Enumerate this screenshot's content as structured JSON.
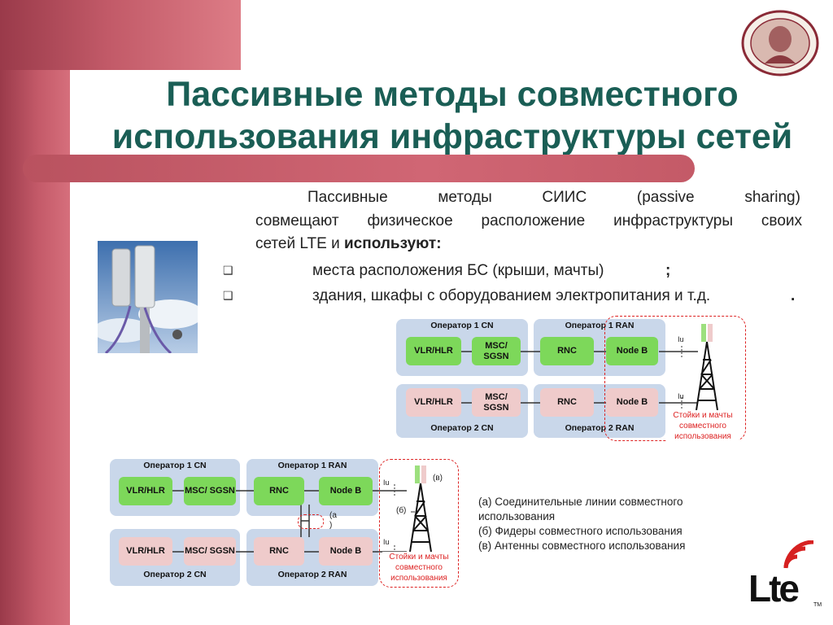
{
  "title": {
    "line1": "Пассивные методы совместного",
    "line2": "использования инфраструктуры сетей"
  },
  "intro": {
    "word1": "Пассивные",
    "word2": "методы",
    "word3": "СИИС",
    "word4": "(passive",
    "word5": "sharing)",
    "line2": "совмещают физическое расположение инфраструктуры своих",
    "line3_normal": "сетей LTE  и ",
    "line3_bold": "используют:"
  },
  "bullets": [
    {
      "text": "места расположения БС (крыши, мачты)",
      "end": ";"
    },
    {
      "text": "здания, шкафы с оборудованием электропитания и т.д.",
      "end": "."
    }
  ],
  "diagram": {
    "op1_cn": "Оператор 1 CN",
    "op1_ran": "Оператор 1 RAN",
    "op2_cn": "Оператор 2 CN",
    "op2_ran": "Оператор 2 RAN",
    "vlr": "VLR/HLR",
    "msc": "MSC/ SGSN",
    "rnc": "RNC",
    "nodeb": "Node B",
    "iu": "Iu",
    "shared_masts": "Стойки и мачты совместного использования",
    "mark_a": "(а )",
    "mark_b": "(б)",
    "mark_v": "(в)"
  },
  "legend": {
    "line1": "(а) Соединительные линии совместного",
    "line2": "использования",
    "line3": "(б) Фидеры совместного использования",
    "line4": "(в) Антенны совместного использования"
  },
  "logo": {
    "text": "Lte",
    "tm": "TM"
  },
  "colors": {
    "title": "#1a5e55",
    "accent_band": "#c45a69",
    "green_box": "#7dd85a",
    "pink_box": "#efcbcb",
    "panel": "#c9d7ea",
    "shared_red": "#dd2222"
  }
}
